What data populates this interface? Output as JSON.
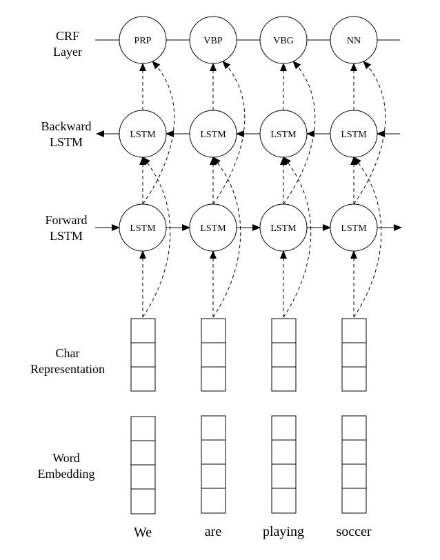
{
  "layers": {
    "crf": [
      "CRF",
      "Layer"
    ],
    "backward": [
      "Backward",
      "LSTM"
    ],
    "forward": [
      "Forward",
      "LSTM"
    ],
    "char": [
      "Char",
      "Representation"
    ],
    "word": [
      "Word",
      "Embedding"
    ]
  },
  "tags": [
    "PRP",
    "VBP",
    "VBG",
    "NN"
  ],
  "lstm_label": "LSTM",
  "words": [
    "We",
    "are",
    "playing",
    "soccer"
  ]
}
